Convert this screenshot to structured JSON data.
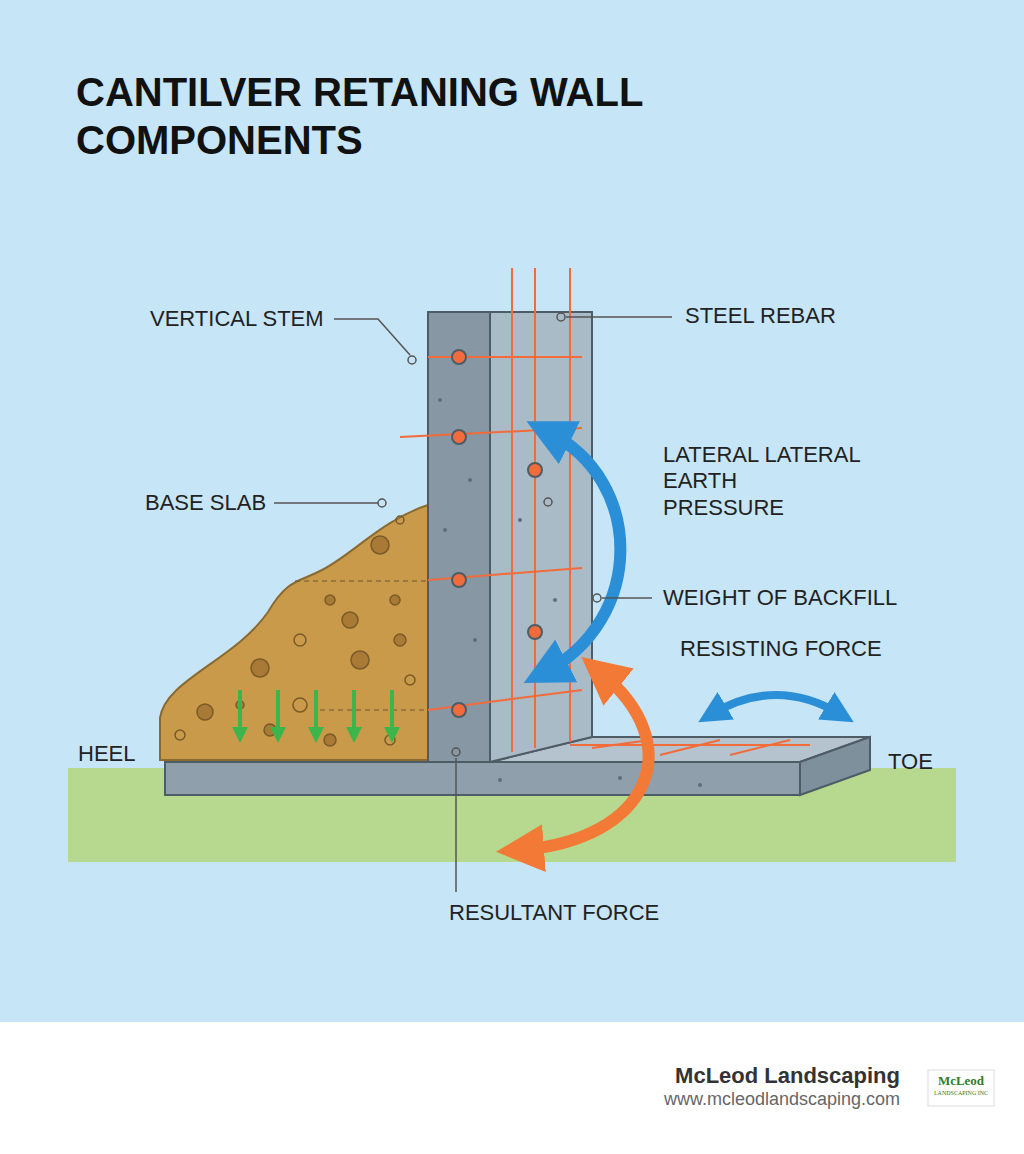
{
  "diagram": {
    "title": "CANTILVER RETANING WALL COMPONENTS",
    "labels": [
      "VERTICAL STEM",
      "STEEL REBAR",
      "BASE SLAB",
      "LATERAL LATERAL EARTH PRESSURE",
      "WEIGHT OF BACKFILL",
      "RESISTING FORCE",
      "HEEL",
      "TOE",
      "RESULTANT FORCE",
      "McLeod Landscaping",
      "www.mcleodlandscaping.com",
      "McLeod",
      "LANDSCAPING INC"
    ]
  }
}
